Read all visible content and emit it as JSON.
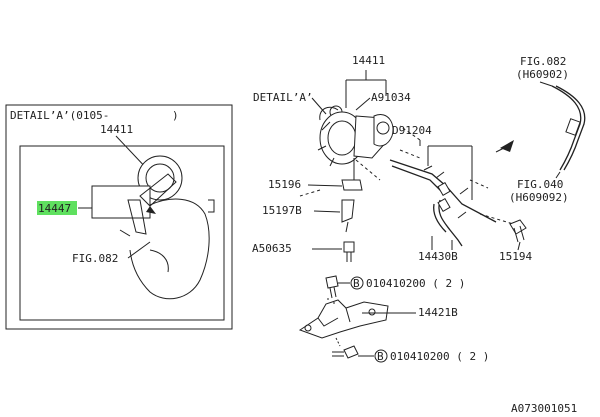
{
  "detail_box": {
    "title": "DETAIL’A’(0105-",
    "title_end": ")",
    "part_top": "14411",
    "part_highlight": "14447",
    "fig_ref": "FIG.082"
  },
  "labels": {
    "turbo_top": "14411",
    "detail_a": "DETAIL’A’",
    "a91034": "A91034",
    "d91204": "D91204",
    "p15196": "15196",
    "p15197b": "15197B",
    "a50635": "A50635",
    "p14430b": "14430B",
    "p15194": "15194",
    "p14421b": "14421B",
    "fig082": "FIG.082",
    "h60902": "(H60902)",
    "fig040": "FIG.040",
    "h609092": "(H609092)",
    "bolt1_code": "010410200 ( 2 )",
    "bolt2_code": "010410200 ( 2 )",
    "bolt_marker": "B",
    "catalog_id": "A073001051"
  },
  "highlight_color": "#5fe05f"
}
